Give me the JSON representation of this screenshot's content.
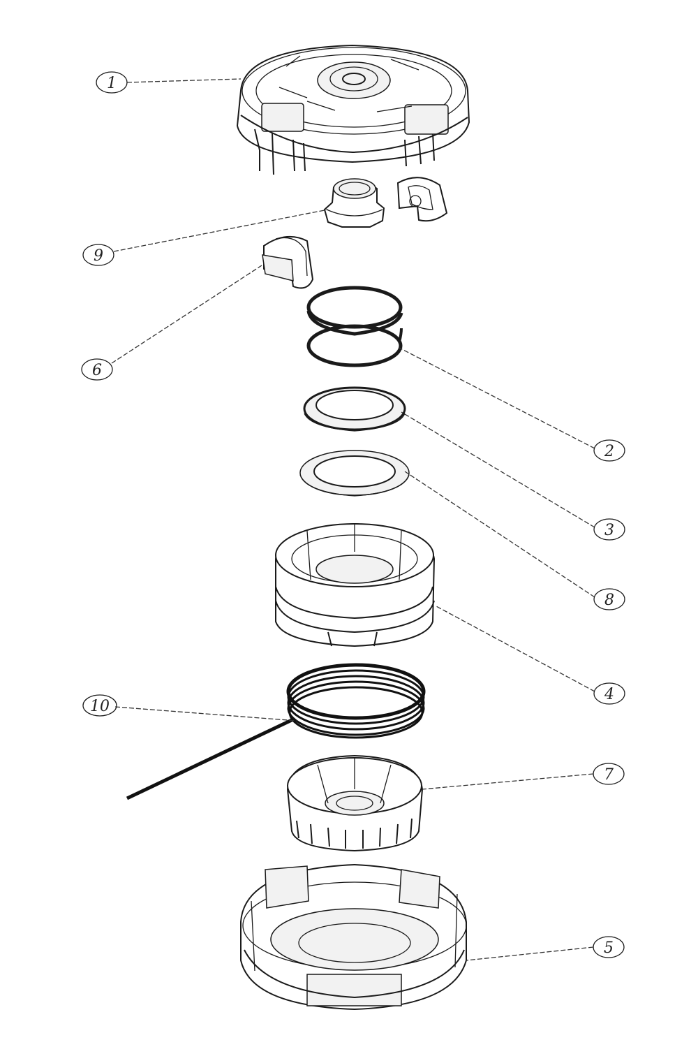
{
  "callouts": [
    {
      "id": "1",
      "label": "1"
    },
    {
      "id": "9",
      "label": "9"
    },
    {
      "id": "6",
      "label": "6"
    },
    {
      "id": "2",
      "label": "2"
    },
    {
      "id": "3",
      "label": "3"
    },
    {
      "id": "8",
      "label": "8"
    },
    {
      "id": "4",
      "label": "4"
    },
    {
      "id": "10",
      "label": "10"
    },
    {
      "id": "7",
      "label": "7"
    },
    {
      "id": "5",
      "label": "5"
    }
  ],
  "colors": {
    "line": "#1a1a1a",
    "background": "#ffffff",
    "trimmer_line": "#111111"
  }
}
